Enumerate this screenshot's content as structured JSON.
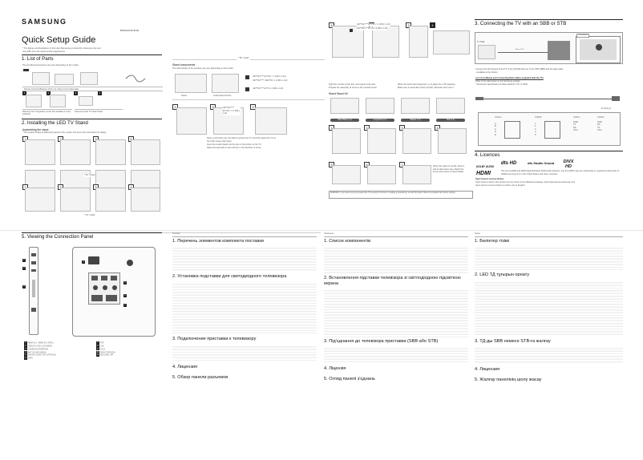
{
  "brand": "SAMSUNG",
  "doc_code": "BN68-09701B-00",
  "title": "Quick Setup Guide",
  "subtitle": "* The figures and illustrations in this User Manual are provided for reference only and may differ from the actual product appearance.",
  "sections": {
    "list_of_parts": {
      "heading": "1. List of Parts",
      "note": "The provided accessories may vary depending on the model.",
      "items": [
        "Remote Control & Batteries (AAA x 2) / Power Cord / Data Cable",
        "Warranty Card / Regulatory Guide (Not available in some locations)",
        "Samsung Smart TV Cable Holder"
      ]
    },
    "stand": {
      "heading": "2. Installing the LED TV Stand",
      "sub": "Assembling the stand",
      "note": "* The product shape is differently based on the model, size and it the instructions for dealer.",
      "label_a": "* 32\" model",
      "label_b": "* 43\" model",
      "label_c": "* 65\" model",
      "components": "Stand components",
      "components_note": "The stand shape of the product may vary depending on the model.",
      "parts": [
        "Stand",
        "Guide Stand Screw"
      ],
      "screws": [
        "UE**NU7*** ETY0C / x 4 (M4 x L12)",
        "UE**NU7*** / Ba/TS0 / x 4 (M4 x L12)",
        "UE**NU7*** ETY0 x 4 (M4 x L12)"
      ],
      "steps": [
        "Place a soft cloth over the table to protect the TV, and then place the TV on the cloth screen side down.",
        "Insert the Guide Stand into the slot on the bottom of the TV.",
        "Slide and assemble to the end line in the direction of arrow."
      ],
      "tight_note": "Tight the number screw first, and repeat screw last.",
      "tight_note2": "Prepare the assembly of screw in the manual center.",
      "guide_b": "When the both holes happened, try to place the 2 XP-stepping.",
      "guide_b2": "Make sure to assemble stand yourself, otherwise don't use it.",
      "kit_label": "Stand Stand Kit",
      "kit_items": [
        "Stand Base (x 1)",
        "Long Neck (x 1)",
        "Washer (x 1)",
        "Bolt (x 3)"
      ],
      "adjust_note": "When the stand is not flat, there is still an alternative way. Attach the screw and ensure to stand stable.",
      "warning": "WARNING: If you want to put your leaned the TV securely to the floor, or adding a pedestal tip, set with the Stand. Mount the suitable floor before starting."
    },
    "stb": {
      "heading": "3. Connecting the TV with an SBB or STB",
      "callout": "STB/Network",
      "tv_side": "TV SIDE",
      "rear_label": "Rear of TV",
      "connect_note": "Connect the [AV IN] jack of the TV to the [STAND AV] port of the STB (SBB) with the data cable.",
      "connect_note2": "- Available at the bottom",
      "list_header": "List of Certificate and Connecting Data Cables (supplied with the TV)",
      "list_note": "Refer to the data sheet on the Samsung website.",
      "list_note2": "* Dimension Specification at Data Cable(X-CTS: 0-7023)",
      "cable_label": "D-1(CA)-4",
      "tables": [
        {
          "title": "CON-A",
          "rows": [
            "A",
            "B",
            "C",
            "D",
            "E"
          ]
        },
        {
          "title": "CON-B",
          "rows": [
            "1",
            "2",
            "3",
            "4",
            "5"
          ]
        },
        {
          "title": "CON-C",
          "rows": [
            "GND",
            "TX",
            "RX",
            "VCC"
          ]
        },
        {
          "title": "CON-D",
          "rows": [
            "GND",
            "RX",
            "TX",
            "VCC"
          ]
        }
      ]
    },
    "licences": {
      "heading": "4. Licences",
      "logos": [
        "DOLBY AUDIO",
        "dts HD",
        "dts Studio Sound",
        "DIVX HD",
        "HDMI"
      ],
      "text": "The terms HDMI and HDMI High-Definition Multimedia Interface, and the HDMI Logo are trademarks or registered trademarks of HDMI Licensing LLC in the United States and other countries.",
      "oss_head": "Open Source License Notice",
      "oss_text": "Open Source used in this product can be found on the following webpage. (http://opensource.samsung.com)",
      "oss_text2": "Open Source License Notice is written only in English."
    },
    "panel": {
      "heading": "5. Viewing the Connection Panel",
      "ports_left": [
        "HDMI IN 1 / HDMI IN 2 (ARC)",
        "USB (5V 0.5A) / (CLONING)",
        "COMMON INTERFACE",
        "ANT IN (AIR/CABLE)",
        "DIGITAL AUDIO OUT (OPTICAL)",
        "DATA"
      ],
      "ports_right": [
        "RJP",
        "LAN",
        "AV IN",
        "PASS-THROUGH",
        "SIB CVBS / HP"
      ]
    }
  },
  "translations": [
    {
      "lang": "Русский",
      "h1": "1. Перечень элементов комплекта поставки",
      "h2": "2. Установка подставки для светодиодного телевизора",
      "h3": "3. Подключение приставки к телевизору",
      "h4": "4. Лицензия",
      "h5": "5. Обзор панели разъемов"
    },
    {
      "lang": "Українська",
      "h1": "1. Список компонентів",
      "h2": "2. Встановлення підставки телевізора зі світлодіодною підсвіткою екрана",
      "h3": "3. Під'єднання до телевізора приставки (SBB або STB)",
      "h4": "4. Ліцензія",
      "h5": "5. Огляд панелі з'єднань"
    },
    {
      "lang": "Қазақ",
      "h1": "1. Бөліктер тізімі",
      "h2": "2. LED ТД тұғырын орнату",
      "h3": "3. ТД-ды SBB немесе STB-ға жалғау",
      "h4": "4. Лицензия",
      "h5": "5. Жалғау панелінің шолу жасау"
    }
  ]
}
